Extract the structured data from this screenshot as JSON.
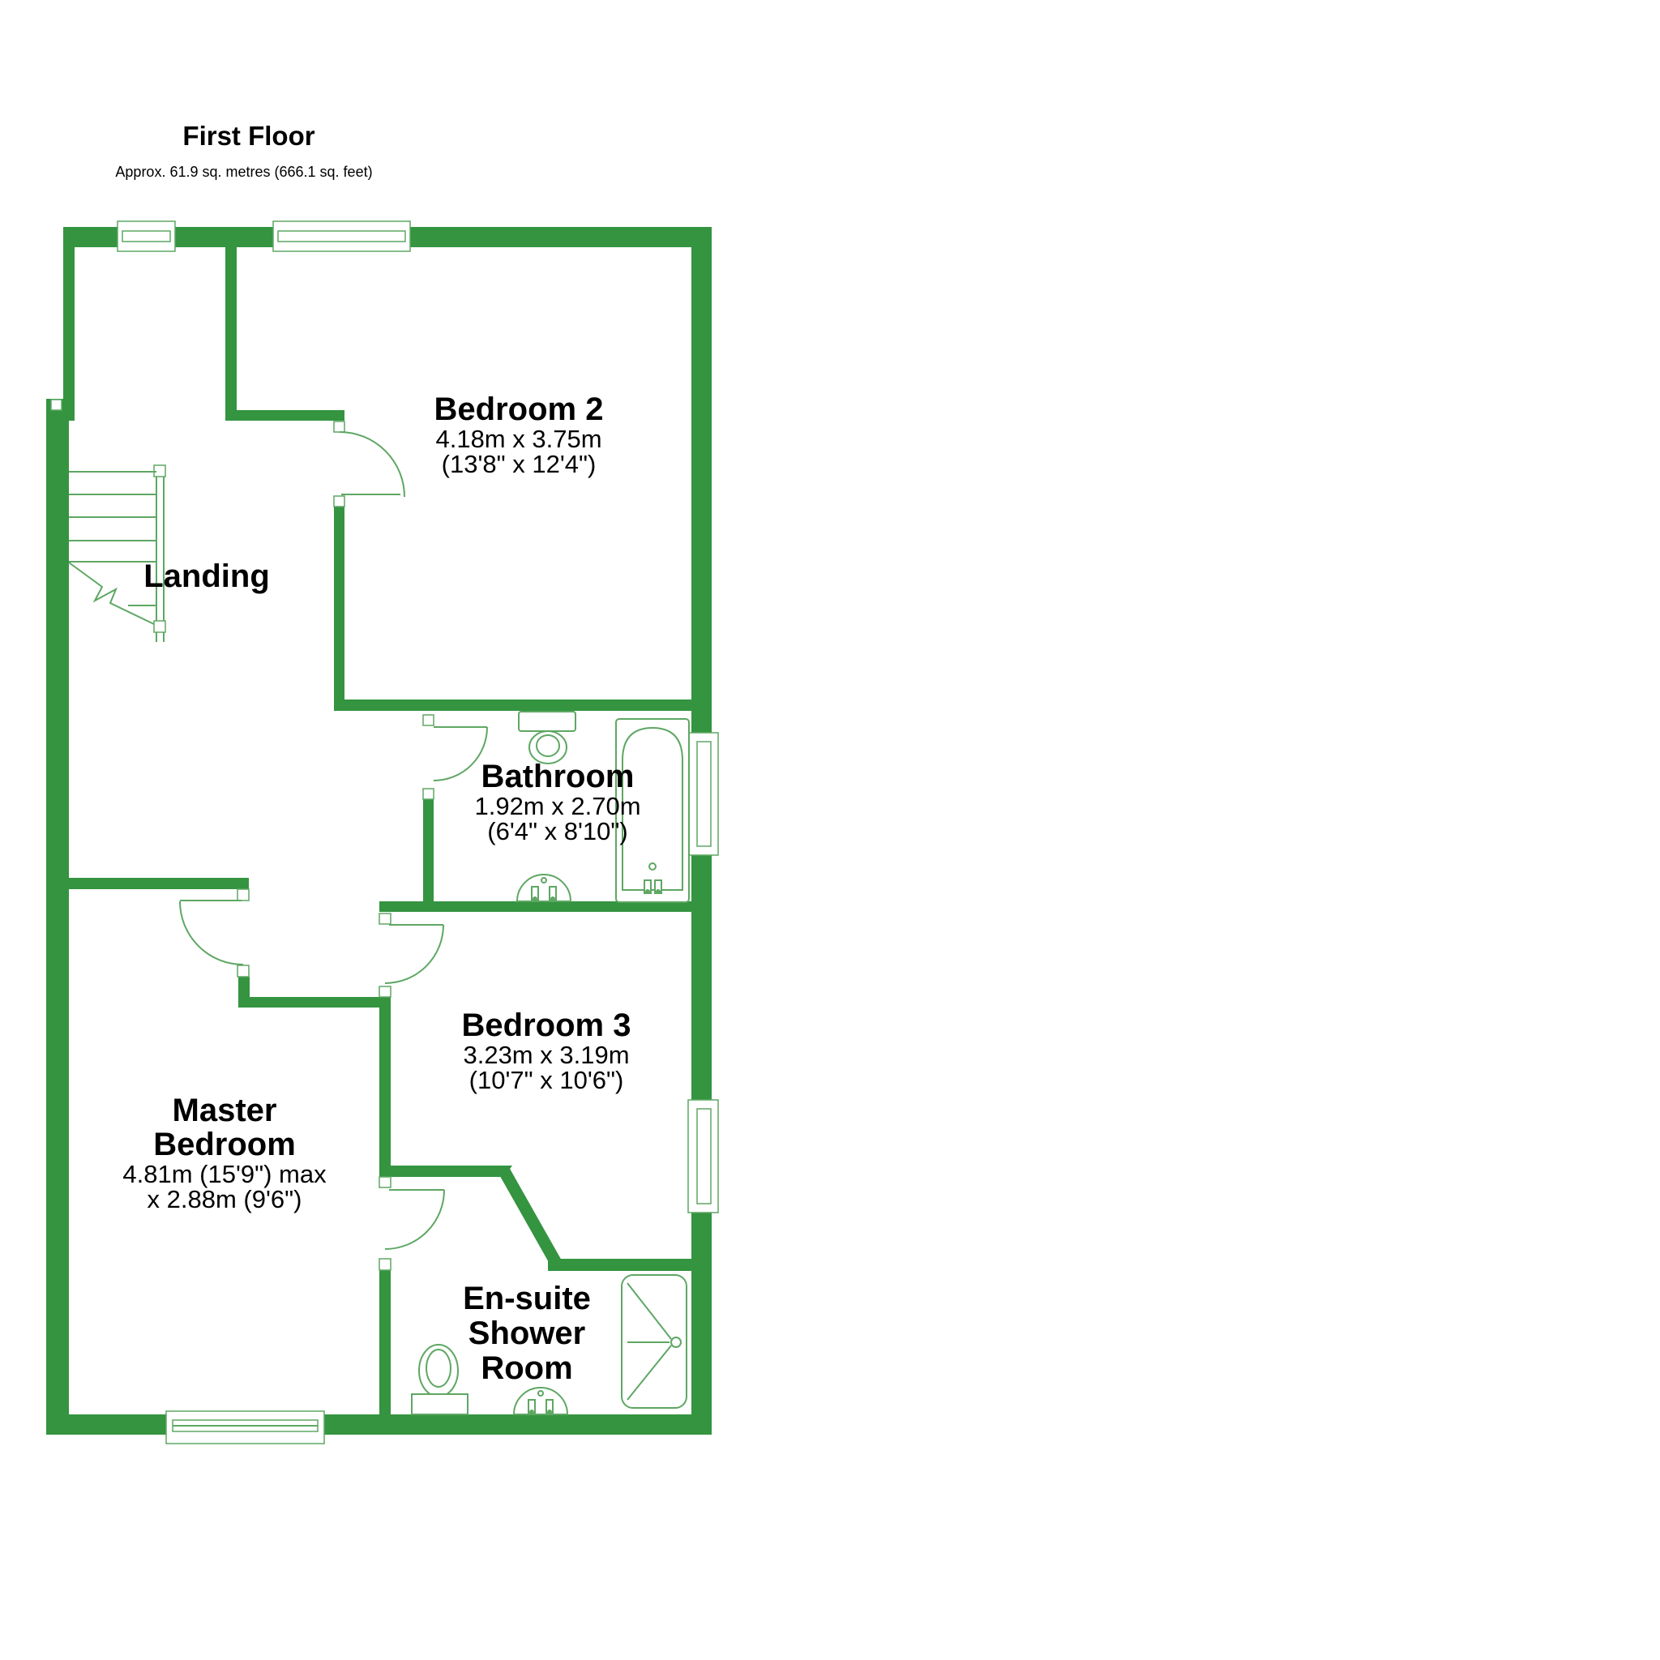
{
  "header": {
    "title": "First Floor",
    "subtitle": "Approx. 61.9 sq. metres (666.1 sq. feet)"
  },
  "rooms": {
    "bedroom2": {
      "name": "Bedroom 2",
      "dims": [
        "4.18m x 3.75m",
        "(13'8\" x 12'4\")"
      ]
    },
    "landing": {
      "name": "Landing"
    },
    "bathroom": {
      "name": "Bathroom",
      "dims": [
        "1.92m x 2.70m",
        "(6'4\" x 8'10\")"
      ]
    },
    "bedroom3": {
      "name": "Bedroom 3",
      "dims": [
        "3.23m x 3.19m",
        "(10'7\" x 10'6\")"
      ]
    },
    "master": {
      "name": "Master\nBedroom",
      "dims": [
        "4.81m (15'9\") max",
        "x 2.88m (9'6\")"
      ]
    },
    "ensuite": {
      "name": "En-suite\nShower\nRoom"
    }
  },
  "fixtures": [
    "stairs",
    "toilet",
    "basin",
    "bathtub",
    "shower",
    "windows",
    "doors"
  ],
  "colors": {
    "wall": "#349440",
    "fixture": "#5ea763",
    "text": "#000000"
  }
}
